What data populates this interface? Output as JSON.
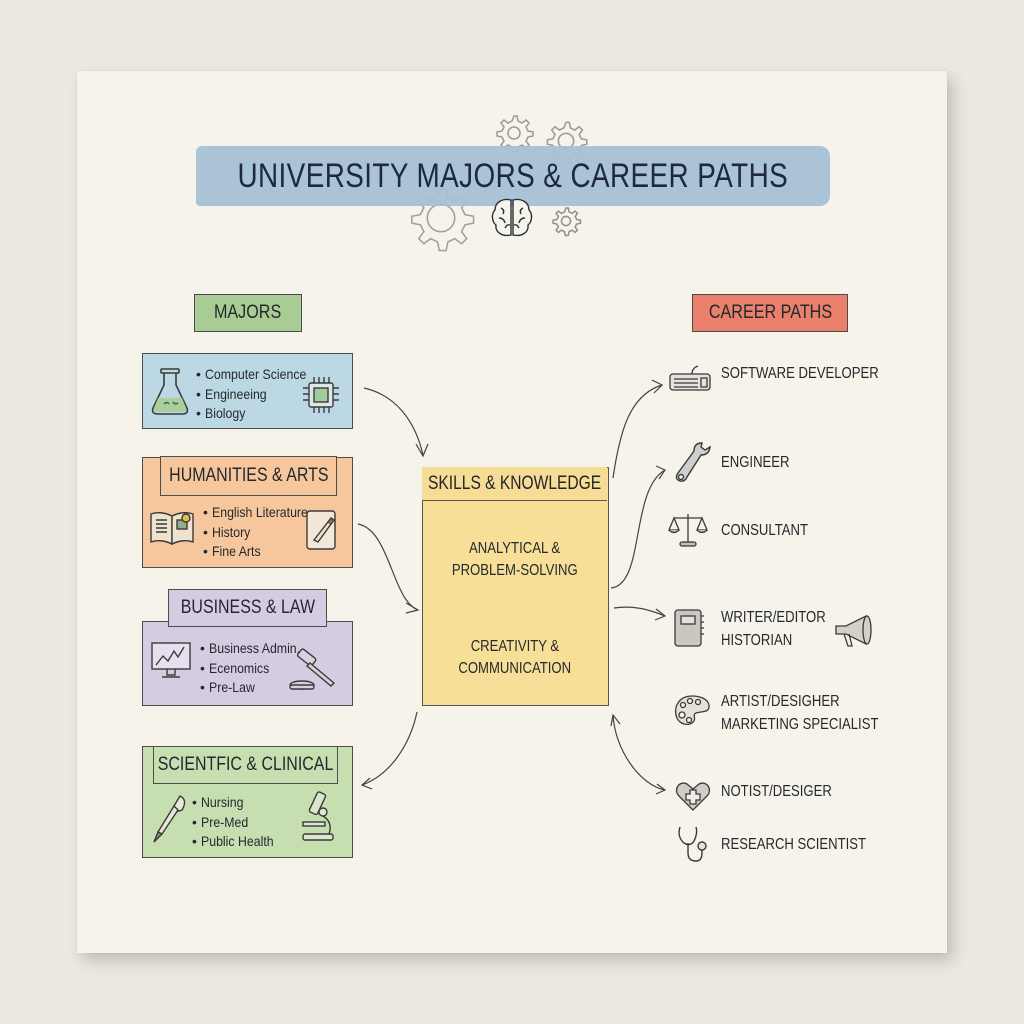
{
  "title": "UNIVERSITY MAJORS & CAREER PATHS",
  "colors": {
    "page_background": "#ece7e0",
    "paper": "#f6f3ea",
    "title_band": "#a7c0d6",
    "majors_label": "#a9cc95",
    "career_paths_label": "#e8806c",
    "stem_box": "#bcd8e4",
    "humanities_box": "#f6c79c",
    "business_box": "#d6cce2",
    "scientific_box": "#c6deb0",
    "skills_box": "#f7df98"
  },
  "majors_label": "MAJORS",
  "career_paths_label": "CAREER PATHS",
  "majors": [
    {
      "heading": "",
      "items": [
        "Computer Science",
        "Engineeing",
        "Biology"
      ],
      "icons": [
        "flask-icon",
        "microchip-icon"
      ]
    },
    {
      "heading": "HUMANITIES & ARTS",
      "items": [
        "English Literature",
        "History",
        "Fine Arts"
      ],
      "icons": [
        "open-book-icon",
        "sketchbook-brush-icon"
      ]
    },
    {
      "heading": "BUSINESS & LAW",
      "items": [
        "Business Admin,",
        "Ecenomics",
        "Pre-Law"
      ],
      "icons": [
        "monitor-chart-icon",
        "gavel-icon"
      ]
    },
    {
      "heading": "SCIENTFIC & CLINICAL",
      "items": [
        "Nursing",
        "Pre-Med",
        "Public Health"
      ],
      "icons": [
        "paintbrush-icon",
        "microscope-icon"
      ]
    }
  ],
  "skills": {
    "heading": "SKILLS & KNOWLEDGE",
    "items": [
      {
        "line1": "ANALYTICAL &",
        "line2": "PROBLEM-SOLVING"
      },
      {
        "line1": "CREATIVITY &",
        "line2": "COMMUNICATION"
      }
    ]
  },
  "careers": [
    {
      "lines": [
        "SOFTWARE DEVELOPER"
      ],
      "icon": "keyboard-icon"
    },
    {
      "lines": [
        "ENGINEER"
      ],
      "icon": "wrench-icon"
    },
    {
      "lines": [
        "CONSULTANT"
      ],
      "icon": "scales-icon"
    },
    {
      "lines": [
        "WRITER/EDITOR",
        "HISTORIAN"
      ],
      "icon": "notebook-icon",
      "extra_icon": "megaphone-icon"
    },
    {
      "lines": [
        "ARTIST/DESIGHER",
        "MARKETING SPECIALIST"
      ],
      "icon": "palette-icon"
    },
    {
      "lines": [
        "NOTIST/DESIGER"
      ],
      "icon": "heart-medical-icon"
    },
    {
      "lines": [
        "RESEARCH SCIENTIST"
      ],
      "icon": "stethoscope-icon"
    }
  ],
  "decorations": [
    "gear-icon",
    "gear-icon",
    "gear-icon",
    "gear-icon",
    "brain-icon"
  ]
}
